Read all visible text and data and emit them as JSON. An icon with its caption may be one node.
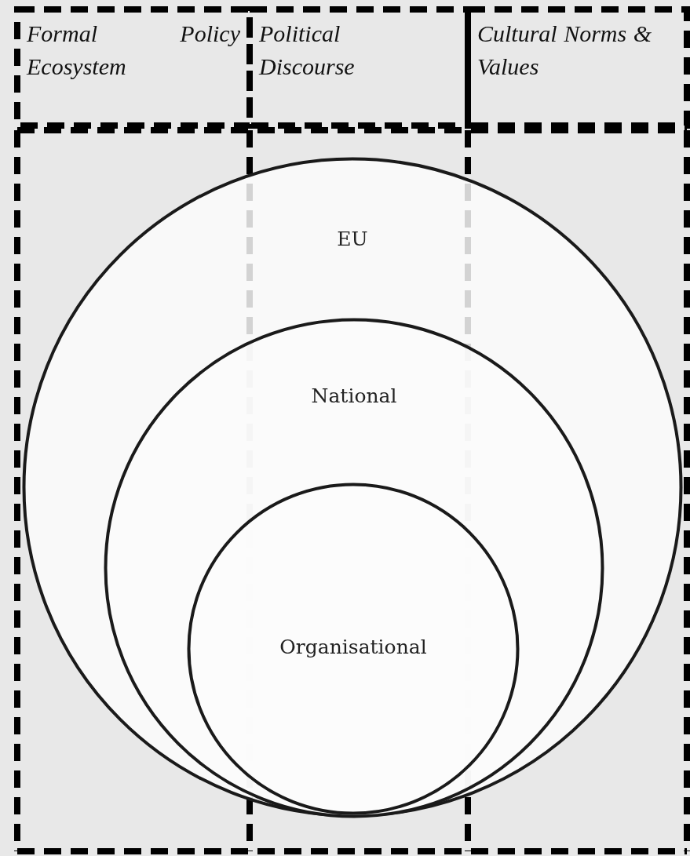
{
  "diagram": {
    "nodes": [
      {
        "text": [
          "Formal Policy Ecosystem"
        ]
      },
      {
        "text": [
          "Political Discourse"
        ]
      },
      {
        "text": [
          "Cultural Norms & Values"
        ]
      },
      {
        "text": [
          "EU"
        ]
      },
      {
        "text": [
          "National"
        ],
        "in": 3
      },
      {
        "text": [
          "Organisational"
        ],
        "in": 4
      }
    ]
  }
}
